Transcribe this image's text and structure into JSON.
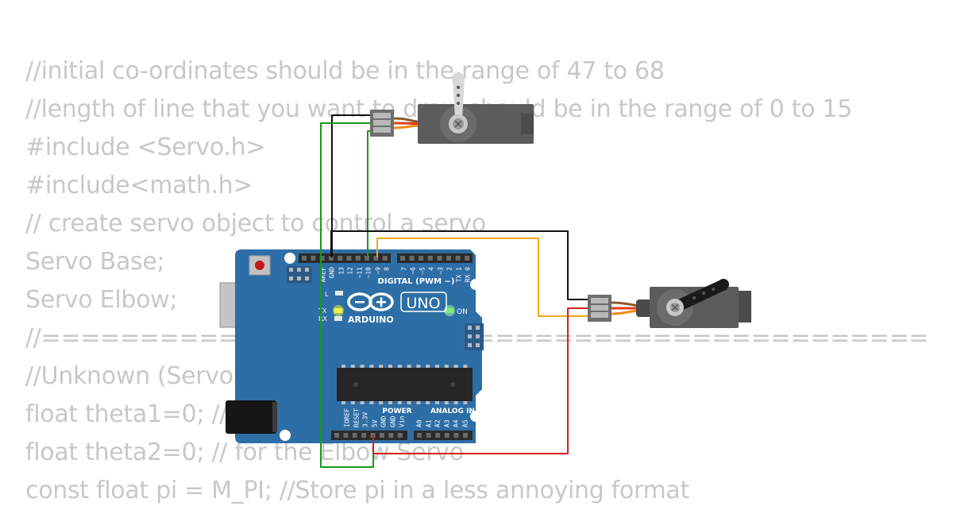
{
  "code": {
    "lines": [
      "//initial co-ordinates should be in the range of 47 to 68",
      "//length of line that you want to draw should be in the range of 0 to 15",
      "#include <Servo.h>",
      "#include<math.h>",
      "// create servo object to control a servo",
      "Servo Base;",
      "Servo Elbow;",
      "//===============================================================================",
      "//Unknown (Servo angles)",
      "float theta1=0; // for the Base Servo",
      "float theta2=0; // for the Elbow Servo",
      "const float pi = M_PI; //Store pi in a less annoying format"
    ]
  },
  "board": {
    "logo": "ARDUINO",
    "model": "UNO",
    "on_label": "ON",
    "l_label": "L",
    "tx_label": "TX",
    "rx_label": "RX",
    "digital_label": "DIGITAL (PWM ~)",
    "power_label": "POWER",
    "analog_label": "ANALOG IN",
    "digital_pins": [
      "AREF",
      "GND",
      "13",
      "12",
      "~11",
      "~10",
      "~9",
      "8",
      "7",
      "~6",
      "~5",
      "4",
      "~3",
      "2",
      "TX 1",
      "RX 0"
    ],
    "power_pins": [
      "IOREF",
      "RESET",
      "3.3V",
      "5V",
      "GND",
      "GND",
      "Vin"
    ],
    "analog_pins": [
      "A0",
      "A1",
      "A2",
      "A3",
      "A4",
      "A5"
    ]
  },
  "colors": {
    "background": "#ffffff",
    "code_text": "#c8c8c8",
    "board": "#2e6ea6",
    "wire_green": "#1a9a1a",
    "wire_black": "#111111",
    "wire_orange": "#f0a818",
    "wire_red": "#d42020",
    "servo_body": "#5c5c5c",
    "servo_horn": "#7a7a7a",
    "led_yellow": "#f4f23c",
    "led_green": "#7cf07c"
  }
}
